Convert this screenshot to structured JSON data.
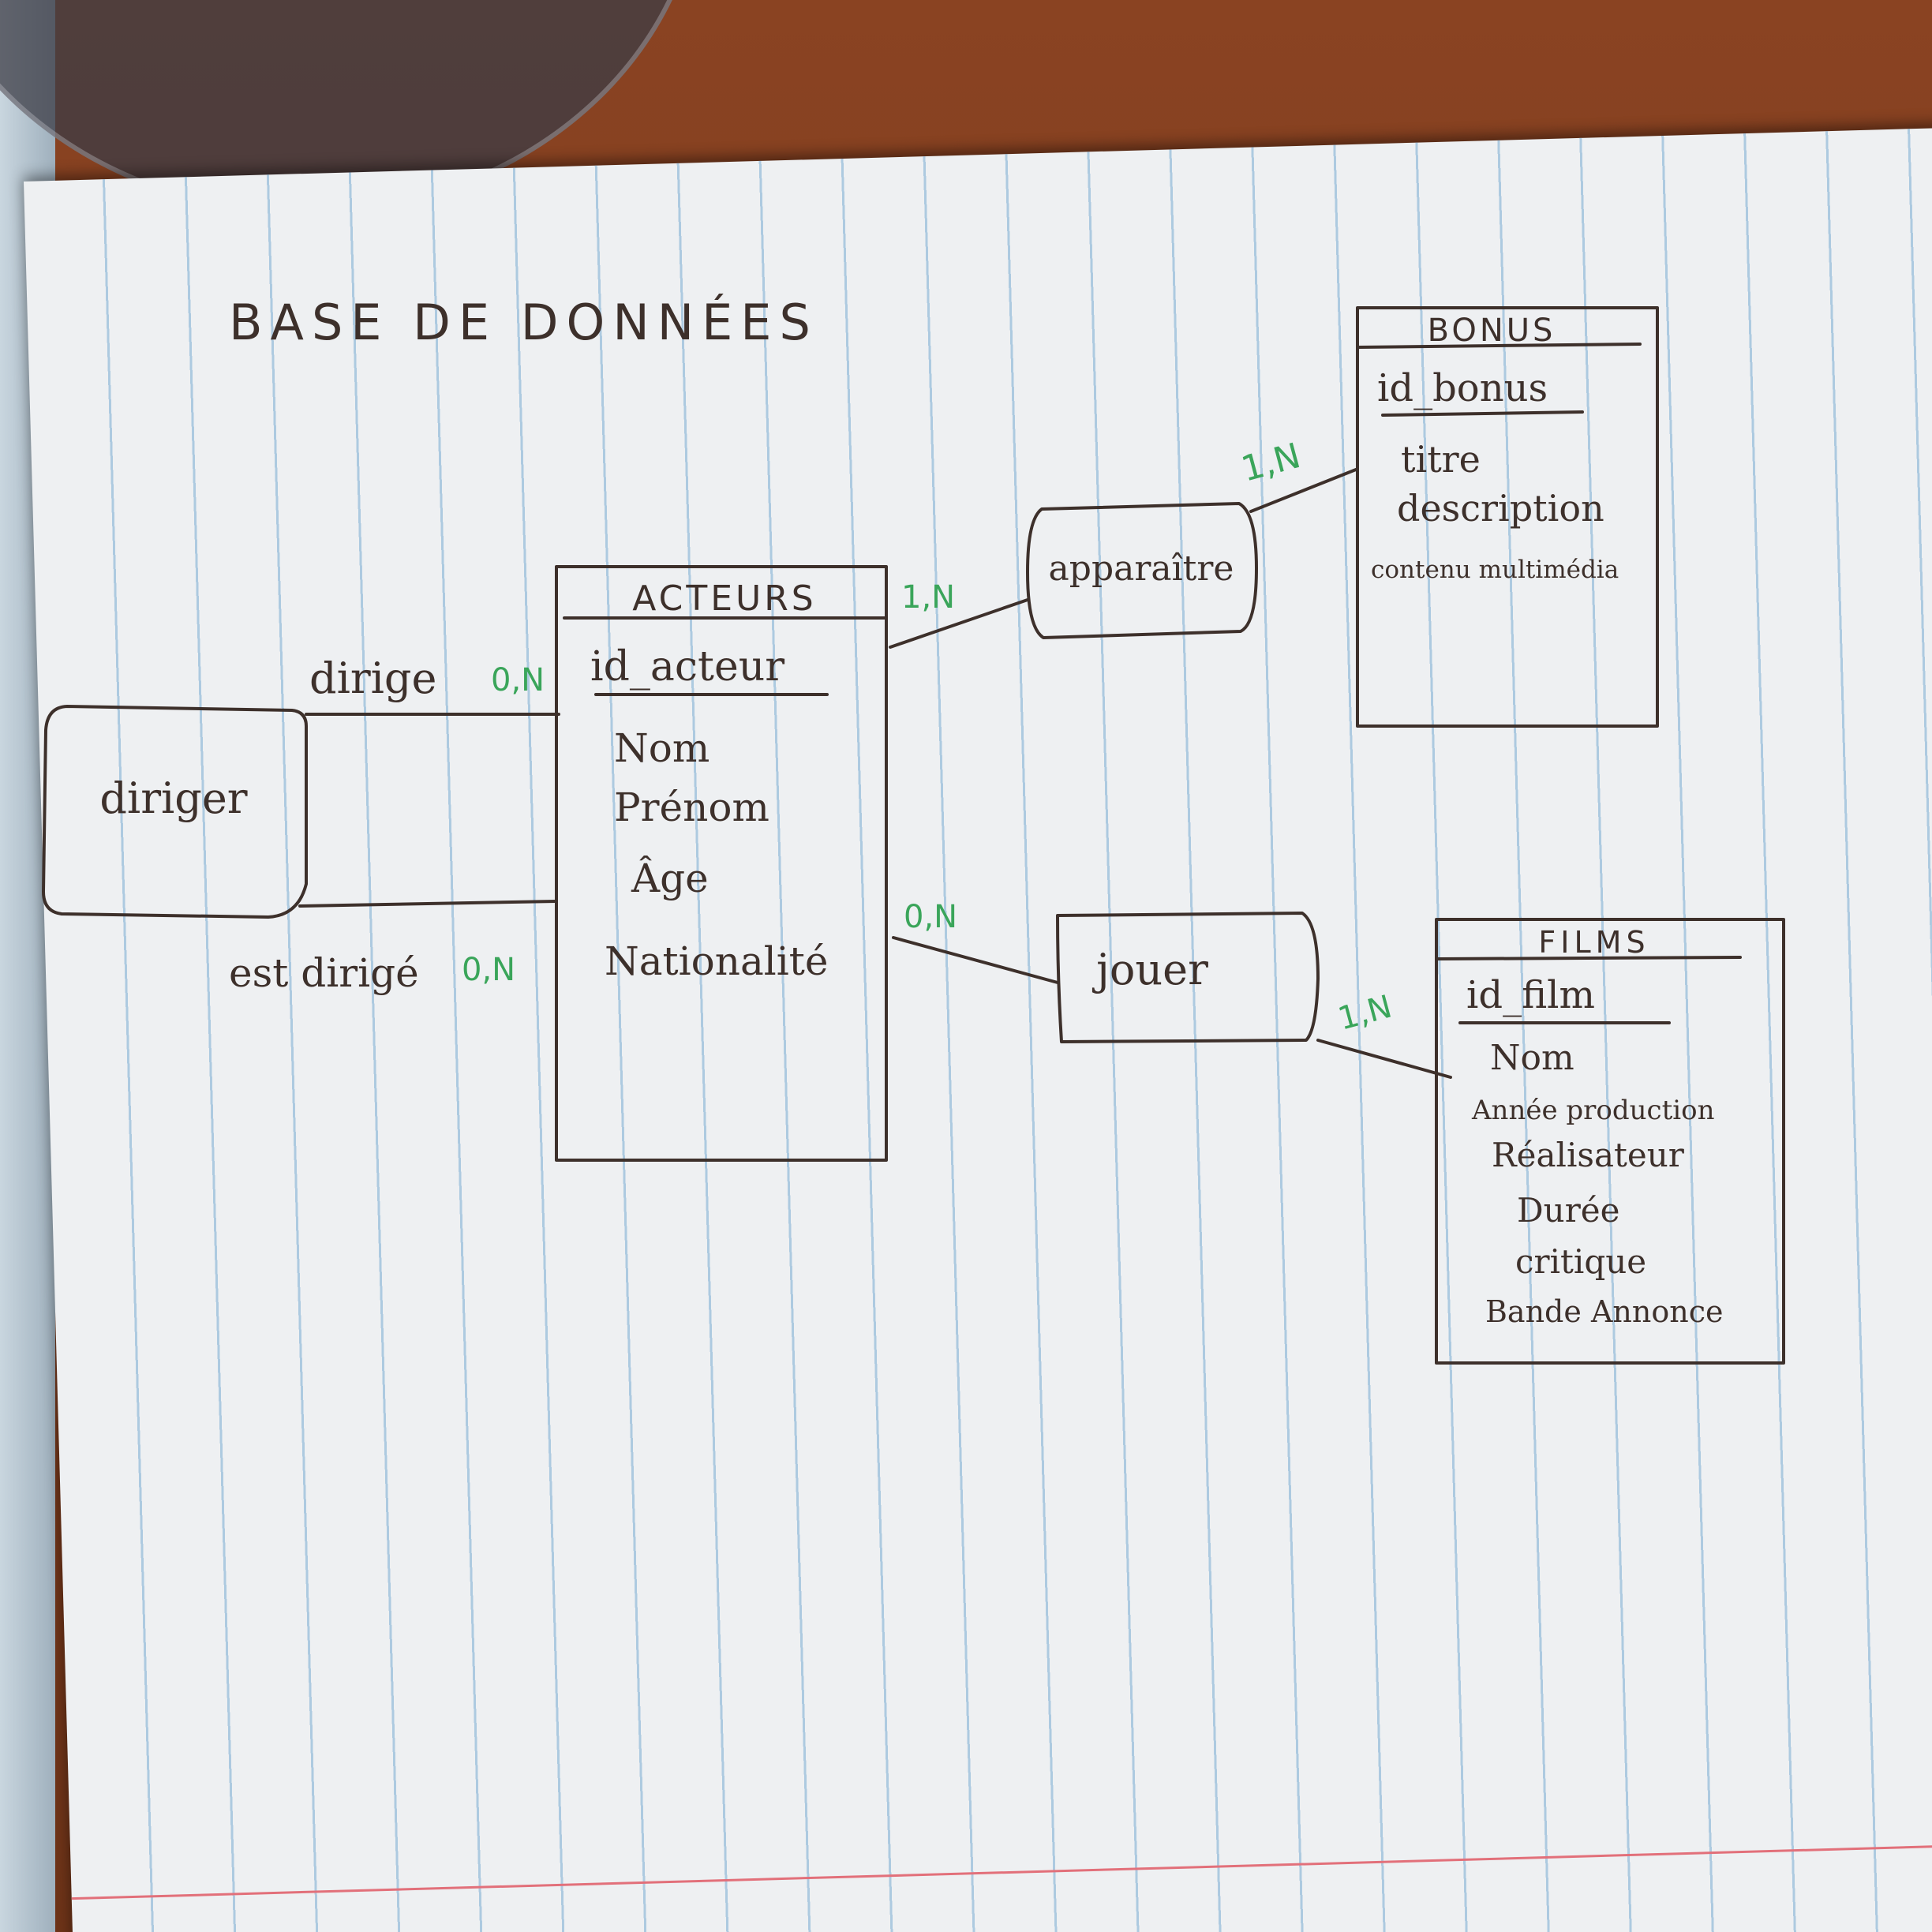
{
  "title": "BASE DE DONNÉES",
  "colors": {
    "ink": "#3d302b",
    "cardinality": "#3aa55a",
    "paper": "#eef0f2",
    "rule_line": "#78aad2",
    "margin_line": "#e2707a",
    "table": "#8a4322"
  },
  "entities": [
    {
      "name": "ACTEURS",
      "key": "id_acteur",
      "attributes": [
        "Nom",
        "Prénom",
        "Âge",
        "Nationalité"
      ]
    },
    {
      "name": "BONUS",
      "key": "id_bonus",
      "attributes": [
        "titre",
        "description",
        "contenu multimédia"
      ]
    },
    {
      "name": "FILMS",
      "key": "id_film",
      "attributes": [
        "Nom",
        "Année production",
        "Réalisateur",
        "Durée",
        "critique",
        "Bande Annonce"
      ]
    }
  ],
  "associations": [
    {
      "name": "diriger"
    },
    {
      "name": "apparaître"
    },
    {
      "name": "jouer"
    }
  ],
  "links": {
    "dirige_label": "dirige",
    "dirige_card": "0,N",
    "est_dirige_label": "est dirigé",
    "est_dirige_card": "0,N",
    "acteurs_apparaitre_card": "1,N",
    "apparaitre_bonus_card": "1,N",
    "acteurs_jouer_card": "0,N",
    "jouer_films_card": "1,N"
  }
}
